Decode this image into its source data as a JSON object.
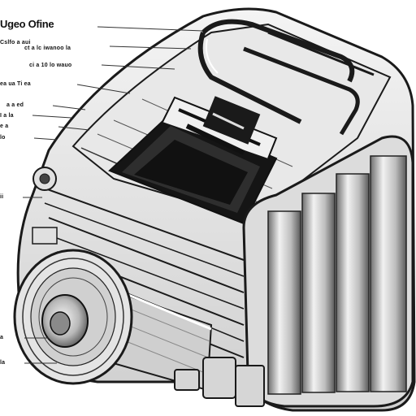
{
  "diagram": {
    "heading": "Ugeo Ofine",
    "callouts": [
      {
        "id": "c1",
        "text": "Cslfo a aui"
      },
      {
        "id": "c2",
        "text": "ct a lc iwanoo la"
      },
      {
        "id": "c3",
        "text": "ci a 10 lo wauo"
      },
      {
        "id": "c4",
        "text": "ea ua Ti ea"
      },
      {
        "id": "c5",
        "text": "a a ed"
      },
      {
        "id": "c6",
        "text": "I a la"
      },
      {
        "id": "c7",
        "text": "e a"
      },
      {
        "id": "c8",
        "text": "lo"
      },
      {
        "id": "c9",
        "text": "ii"
      },
      {
        "id": "c10",
        "text": "a"
      },
      {
        "id": "c11",
        "text": "la"
      }
    ],
    "colors": {
      "ink": "#1a1a1a",
      "shade_dark": "#2b2b2b",
      "shade_mid": "#8c8c8c",
      "shade_light": "#d9d9d9",
      "paper": "#ffffff"
    }
  }
}
